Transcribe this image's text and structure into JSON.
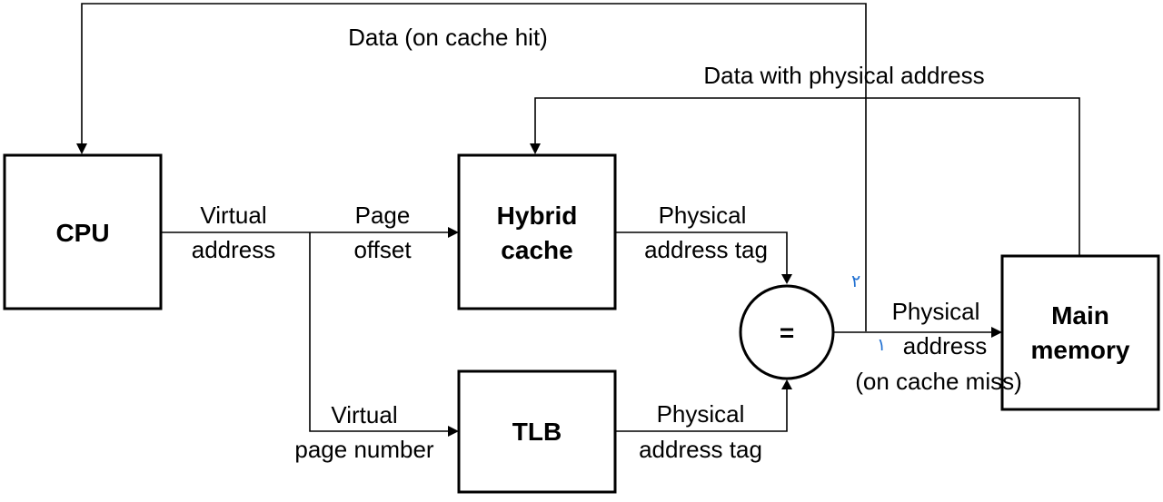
{
  "blocks": {
    "cpu": "CPU",
    "hybrid_cache": [
      "Hybrid",
      "cache"
    ],
    "tlb": "TLB",
    "comparator": "=",
    "main_memory": [
      "Main",
      "memory"
    ]
  },
  "edges": {
    "data_on_hit": "Data (on cache hit)",
    "data_with_physical_address": "Data with physical address",
    "virtual_address": [
      "Virtual",
      "address"
    ],
    "page_offset": [
      "Page",
      "offset"
    ],
    "virtual_page_number": [
      "Virtual",
      "page number"
    ],
    "cache_physical_tag": [
      "Physical",
      "address tag"
    ],
    "tlb_physical_tag": [
      "Physical",
      "address tag"
    ],
    "physical_address_miss": [
      "Physical",
      "address",
      "(on cache miss)"
    ]
  },
  "marks": {
    "hit_branch": "٢",
    "miss_branch": "١"
  },
  "colors": {
    "stroke": "#000000",
    "mark": "#1f6fd1"
  }
}
